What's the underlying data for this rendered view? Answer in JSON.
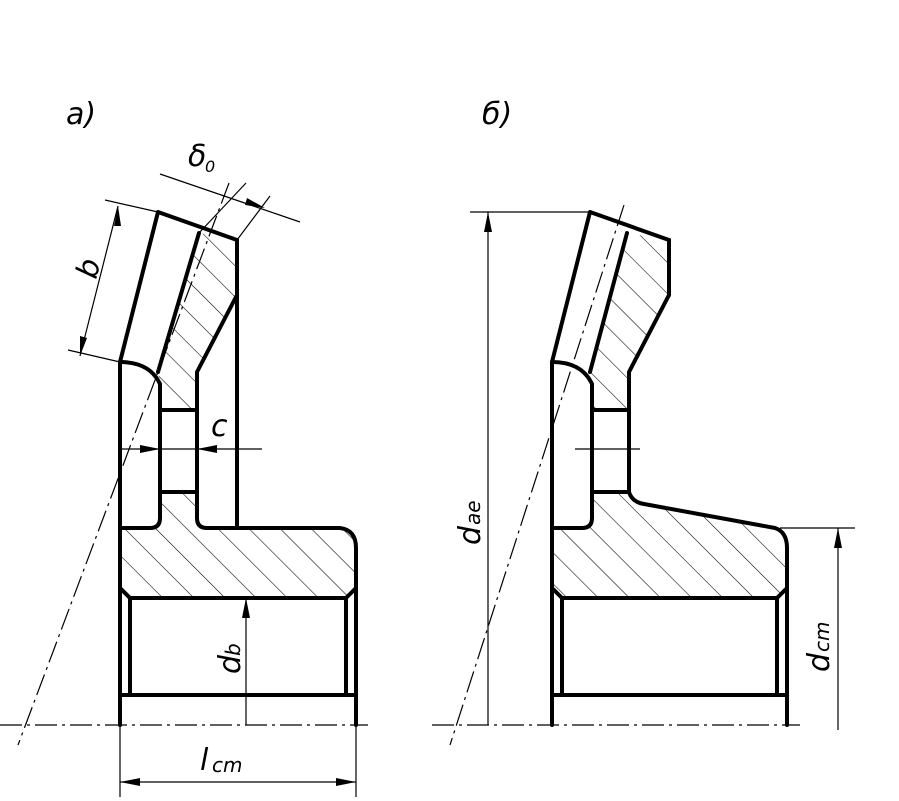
{
  "views": {
    "a": {
      "label": "a)"
    },
    "b": {
      "label": "б)"
    }
  },
  "dimensions": {
    "delta": "δ",
    "delta_sub": "0",
    "face_width": "b",
    "clearance": "c",
    "bore_diameter": "d",
    "bore_diameter_sub": "b",
    "hub_length": "l",
    "hub_length_sub": "cm",
    "outer_diameter": "d",
    "outer_diameter_sub": "ae",
    "hub_diameter": "d",
    "hub_diameter_sub": "cm"
  }
}
